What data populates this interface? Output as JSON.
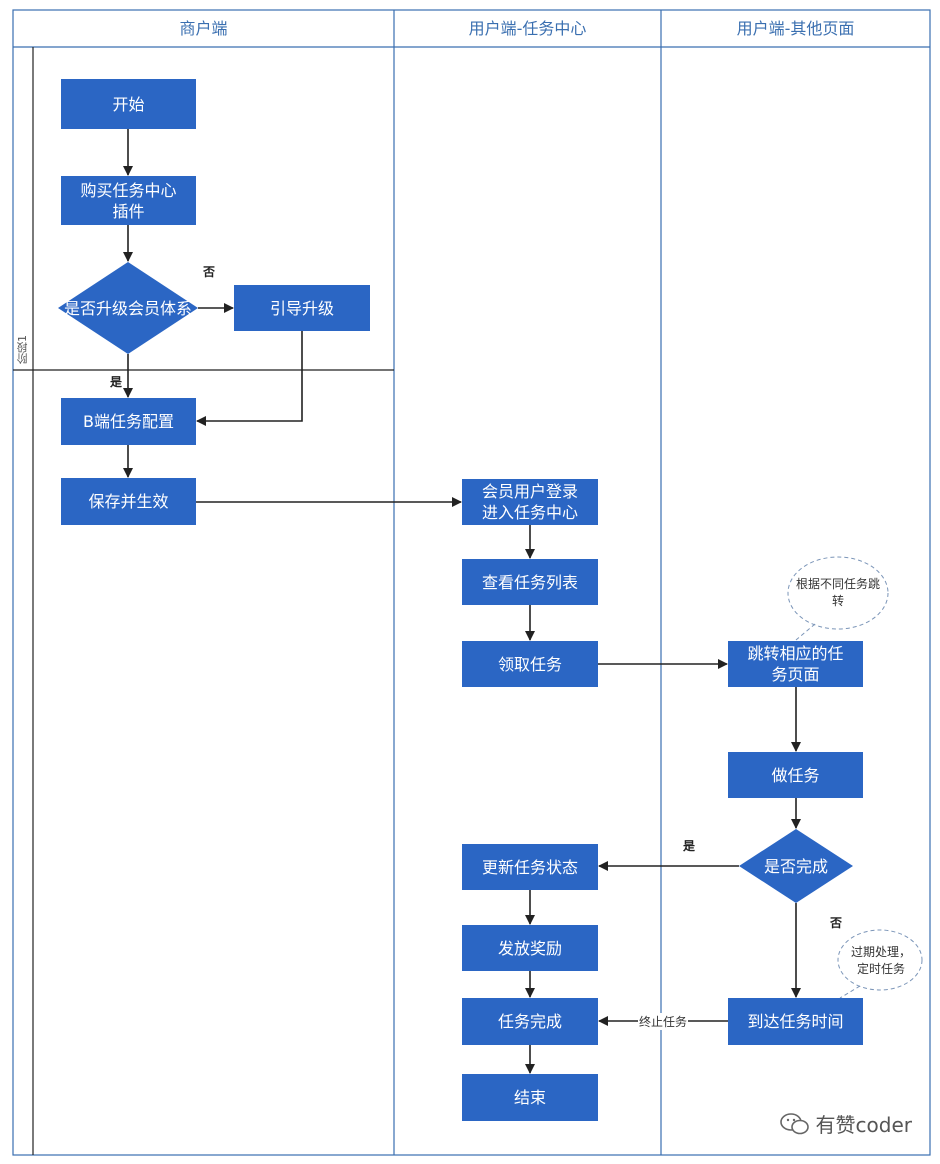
{
  "lanes": [
    {
      "title": "商户端"
    },
    {
      "title": "用户端-任务中心"
    },
    {
      "title": "用户端-其他页面"
    }
  ],
  "stage_label": "阶段1",
  "nodes": {
    "start": "开始",
    "buy_plugin": "购买任务中心插件",
    "upgrade_decision": "是否升级会员体系",
    "guide_upgrade": "引导升级",
    "b_config": "B端任务配置",
    "save_effect": "保存并生效",
    "member_login": "会员用户登录进入任务中心",
    "view_list": "查看任务列表",
    "claim_task": "领取任务",
    "jump_page": "跳转相应的任务页面",
    "do_task": "做任务",
    "complete_decision": "是否完成",
    "update_status": "更新任务状态",
    "issue_reward": "发放奖励",
    "task_complete": "任务完成",
    "end": "结束",
    "reach_time": "到达任务时间"
  },
  "labels": {
    "no_1": "否",
    "yes_1": "是",
    "yes_2": "是",
    "no_2": "否",
    "terminate": "终止任务"
  },
  "notes": {
    "jump_note": "根据不同任务跳转",
    "expire_note": "过期处理，定时任务"
  },
  "watermark": "有赞coder",
  "colors": {
    "node": "#2b66c4",
    "lane_border": "#3a6fb0"
  }
}
